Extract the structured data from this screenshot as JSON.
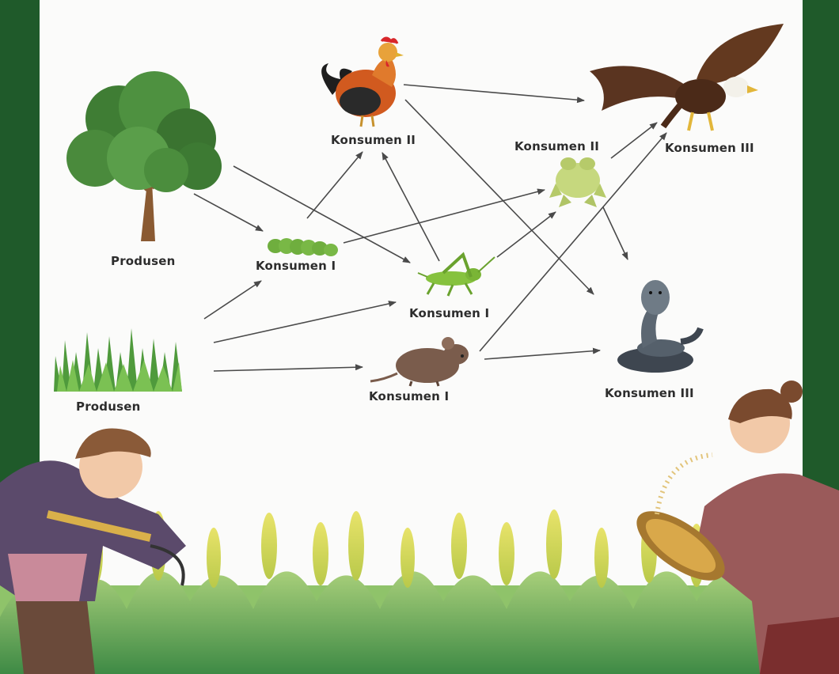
{
  "labels": {
    "tree": "Produsen",
    "grass": "Produsen",
    "caterpillar": "Konsumen I",
    "grasshopper": "Konsumen I",
    "mouse": "Konsumen I",
    "chicken": "Konsumen II",
    "frog": "Konsumen II",
    "eagle": "Konsumen III",
    "snake": "Konsumen III"
  },
  "colors": {
    "frame": "#1f5a2a",
    "arrow": "#4a4a4a",
    "text": "#2d2d2d"
  }
}
